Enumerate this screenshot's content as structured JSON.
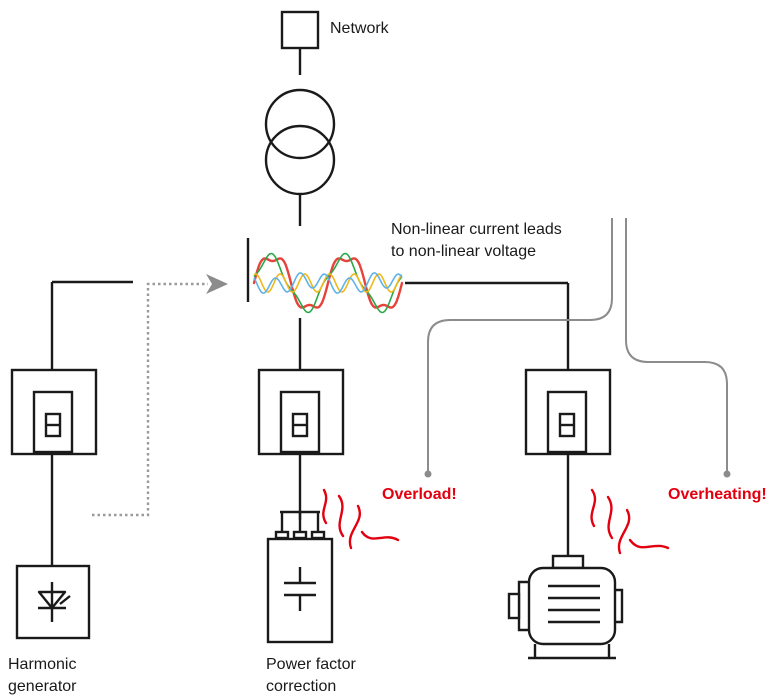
{
  "labels": {
    "network": "Network",
    "nonlinear_line1": "Non-linear current leads",
    "nonlinear_line2": "to non-linear voltage",
    "harmonic_line1": "Harmonic",
    "harmonic_line2": "generator",
    "pfc_line1": "Power factor",
    "pfc_line2": "correction",
    "overload": "Overload!",
    "overheating": "Overheating!"
  },
  "colors": {
    "line": "#1a1a1a",
    "annotation": "#8c8c8c",
    "alert": "#e3000f",
    "wave_red": "#e8423c",
    "wave_green": "#2aa84a",
    "wave_yellow": "#f2b81b",
    "wave_blue": "#5fb3e8"
  }
}
